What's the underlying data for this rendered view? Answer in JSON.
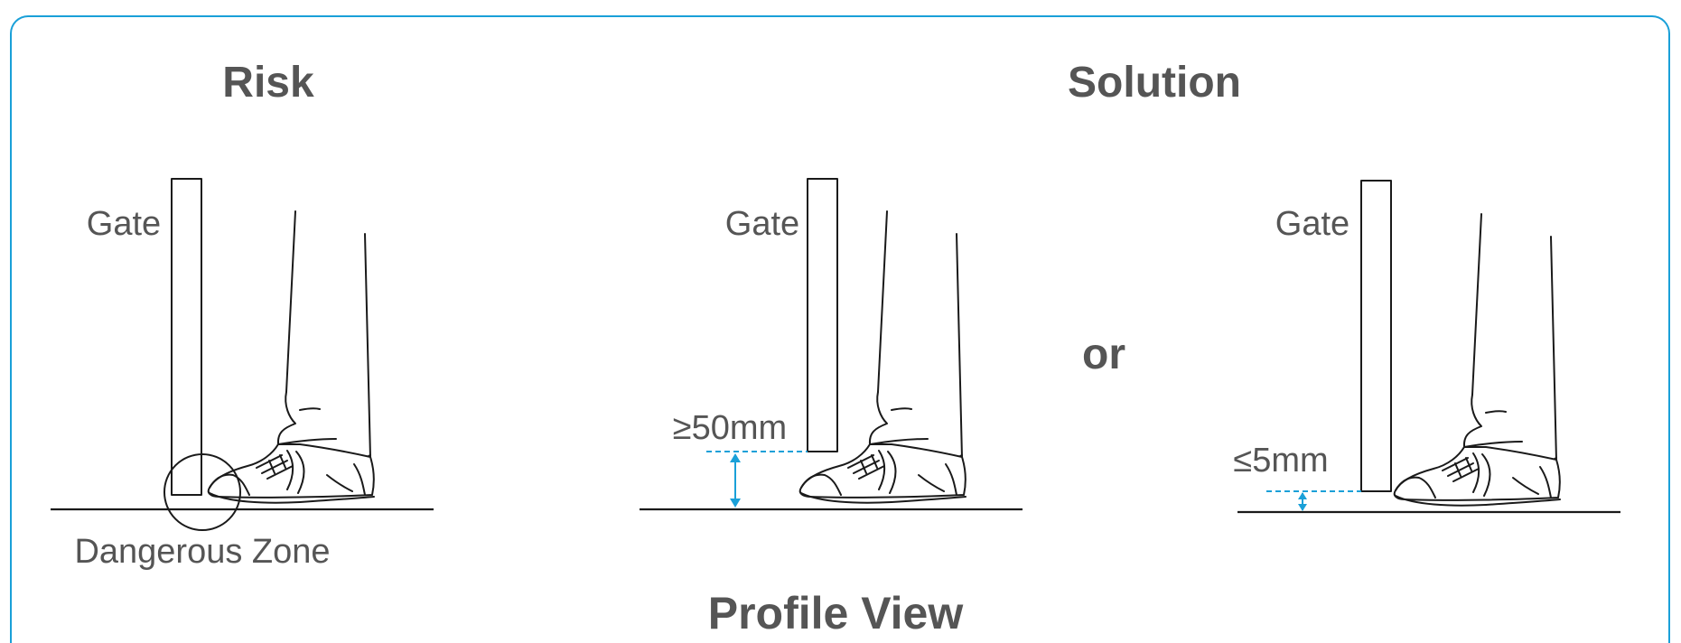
{
  "headings": {
    "risk": "Risk",
    "solution": "Solution",
    "or": "or",
    "footer": "Profile View"
  },
  "panels": {
    "risk": {
      "gate_label": "Gate",
      "zone_label": "Dangerous Zone"
    },
    "solution_a": {
      "gate_label": "Gate",
      "gap_label": "≥50mm"
    },
    "solution_b": {
      "gate_label": "Gate",
      "gap_label": "≤5mm"
    }
  },
  "colors": {
    "frame": "#1aa0d8",
    "measure": "#1aa0d8",
    "text": "#555555",
    "ink": "#1a1a1a"
  }
}
